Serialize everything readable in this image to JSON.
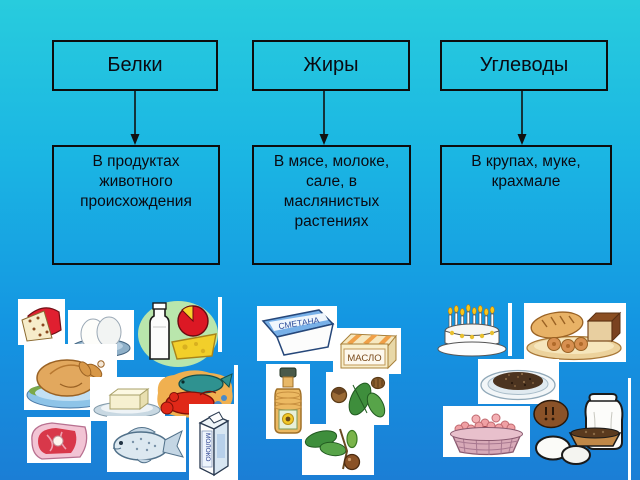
{
  "slide": {
    "columns": [
      {
        "title": "Белки",
        "description": "В продуктах животного происхождения",
        "description_lines": [
          "В продуктах",
          "животного",
          "происхождения"
        ]
      },
      {
        "title": "Жиры",
        "description": "В мясе, молоке, сале, в маслянистых растениях",
        "description_lines": [
          "В мясе, молоке,",
          "сале, в",
          "маслянистых",
          "растениях"
        ]
      },
      {
        "title": "Углеводы",
        "description": "В крупах, муке, крахмале",
        "description_lines": [
          "В крупах, муке,",
          "крахмале"
        ]
      }
    ],
    "clipart_labels": {
      "sour_cream": "СМЕТАНА",
      "butter_pack": "МАСЛО",
      "milk_carton": "МОЛОКО"
    },
    "clipart_items": {
      "proteins": [
        "cheese-wedge",
        "eggs-on-plate",
        "milk-bottle-and-cheese",
        "roast-chicken",
        "butter-dish",
        "seafood",
        "ham",
        "fish",
        "milk-carton"
      ],
      "fats": [
        "sour-cream-tub",
        "butter-pack",
        "sunflower-oil-bottle",
        "hazelnuts",
        "nut-branch"
      ],
      "carbohydrates": [
        "birthday-cake",
        "bread-basket",
        "buckwheat-porridge",
        "cookie-basket",
        "flour-sack-and-bread"
      ]
    },
    "colors": {
      "background_top": "#28ccdd",
      "background_bottom": "#1b7ed5",
      "box_border": "#0d0d0d",
      "text": "#0a0a12"
    }
  }
}
